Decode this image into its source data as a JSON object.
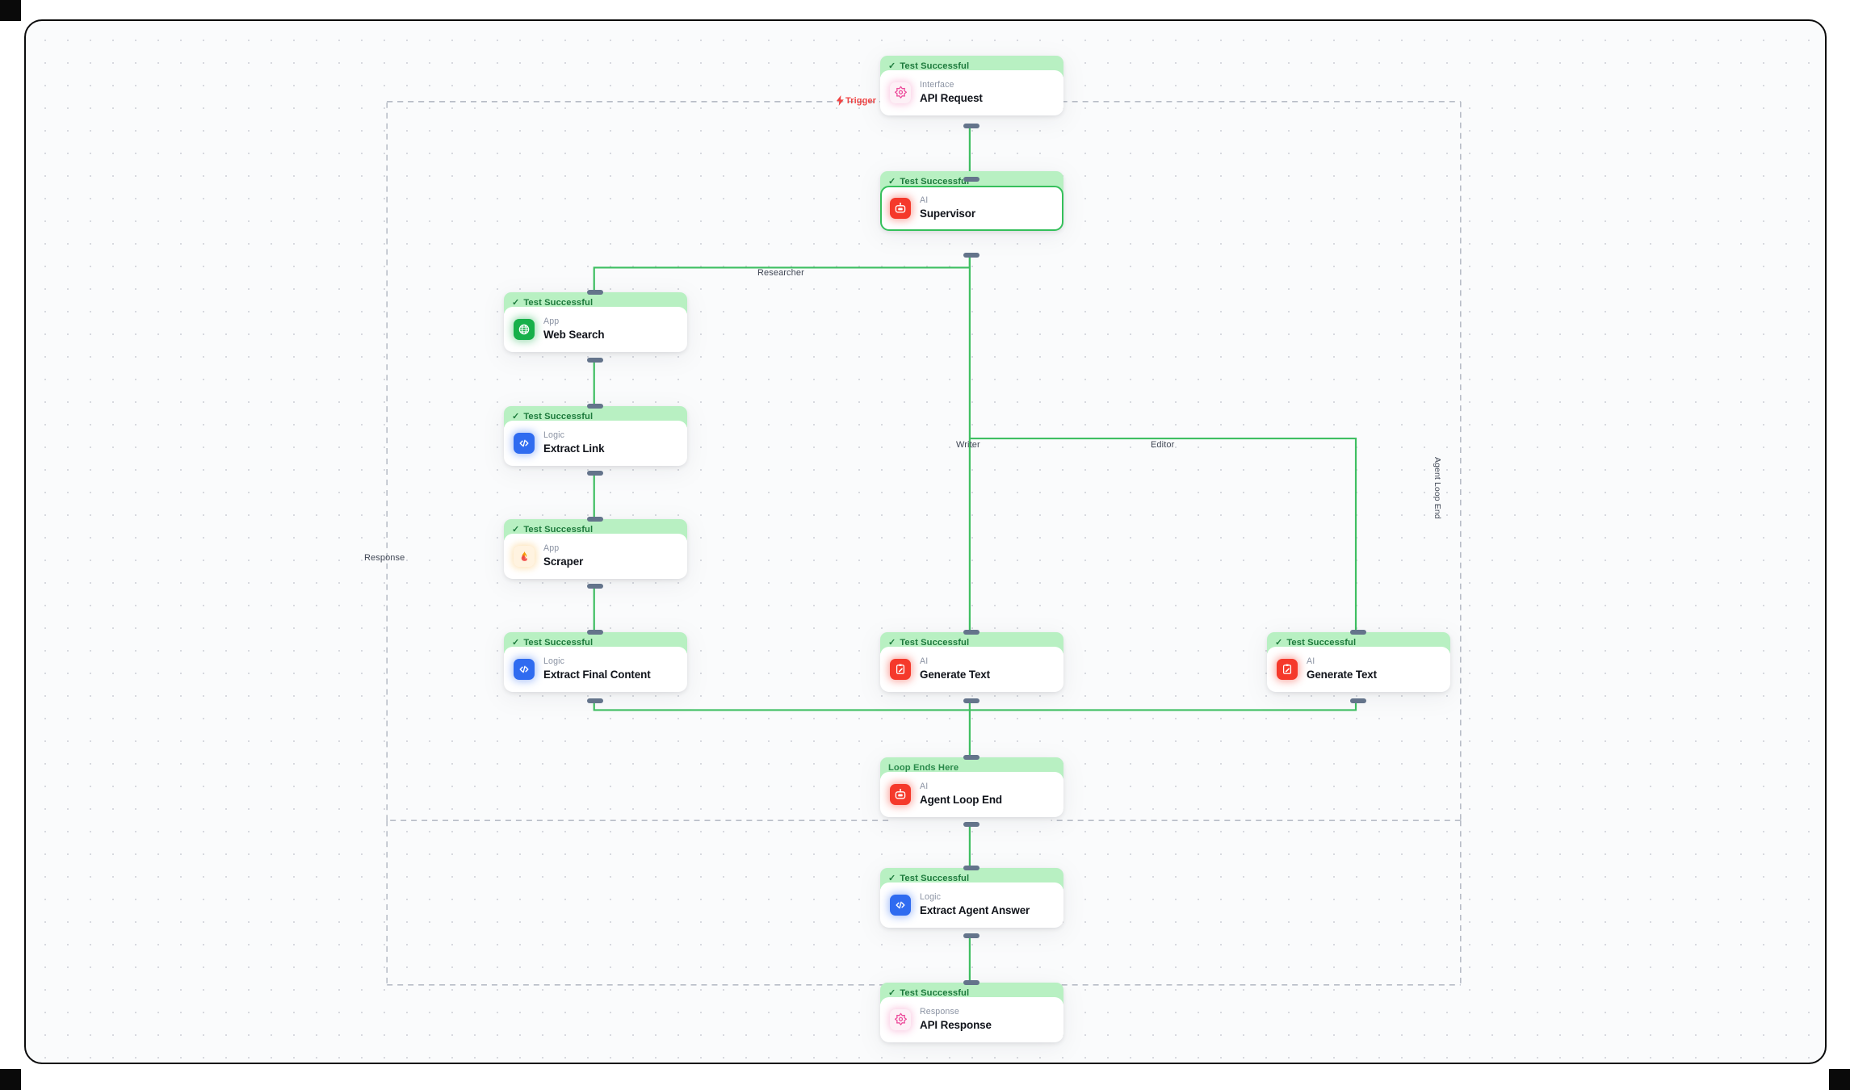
{
  "canvas": {
    "background": "#fafbfc",
    "accent_green": "#35c05b",
    "status_bg": "#b8f0c2",
    "status_text_color": "#1d7a3c",
    "trigger_color": "#ef4444",
    "port_color": "#64748b"
  },
  "nodes": [
    {
      "id": "api-request",
      "status": "Test Successful",
      "status_type": "success",
      "kind": "Interface",
      "title": "API Request",
      "icon": "api-request-icon",
      "icon_style": "pink",
      "selected": false
    },
    {
      "id": "supervisor",
      "status": "Test Successful",
      "status_type": "success",
      "kind": "AI",
      "title": "Supervisor",
      "icon": "robot-icon",
      "icon_style": "red",
      "selected": true
    },
    {
      "id": "web-search",
      "status": "Test Successful",
      "status_type": "success",
      "kind": "App",
      "title": "Web Search",
      "icon": "globe-icon",
      "icon_style": "green",
      "selected": false
    },
    {
      "id": "extract-link",
      "status": "Test Successful",
      "status_type": "success",
      "kind": "Logic",
      "title": "Extract Link",
      "icon": "code-icon",
      "icon_style": "blue",
      "selected": false
    },
    {
      "id": "scraper",
      "status": "Test Successful",
      "status_type": "success",
      "kind": "App",
      "title": "Scraper",
      "icon": "flame-icon",
      "icon_style": "amber",
      "selected": false
    },
    {
      "id": "extract-final-content",
      "status": "Test Successful",
      "status_type": "success",
      "kind": "Logic",
      "title": "Extract Final Content",
      "icon": "code-icon",
      "icon_style": "blue",
      "selected": false
    },
    {
      "id": "generate-text-writer",
      "status": "Test Successful",
      "status_type": "success",
      "kind": "AI",
      "title": "Generate Text",
      "icon": "generate-text-icon",
      "icon_style": "red",
      "selected": false
    },
    {
      "id": "generate-text-editor",
      "status": "Test Successful",
      "status_type": "success",
      "kind": "AI",
      "title": "Generate Text",
      "icon": "generate-text-icon",
      "icon_style": "red",
      "selected": false
    },
    {
      "id": "agent-loop-end",
      "status": "Loop Ends Here",
      "status_type": "plain",
      "kind": "AI",
      "title": "Agent Loop End",
      "icon": "robot-icon",
      "icon_style": "red",
      "selected": false
    },
    {
      "id": "extract-agent-answer",
      "status": "Test Successful",
      "status_type": "success",
      "kind": "Logic",
      "title": "Extract Agent Answer",
      "icon": "code-icon",
      "icon_style": "blue",
      "selected": false
    },
    {
      "id": "api-response",
      "status": "Test Successful",
      "status_type": "success",
      "kind": "Response",
      "title": "API Response",
      "icon": "api-response-icon",
      "icon_style": "pink",
      "selected": false
    }
  ],
  "edge_labels": {
    "trigger": "Trigger",
    "researcher": "Researcher",
    "writer": "Writer",
    "editor": "Editor",
    "response": "Response",
    "agent_loop_end": "Agent Loop End"
  }
}
